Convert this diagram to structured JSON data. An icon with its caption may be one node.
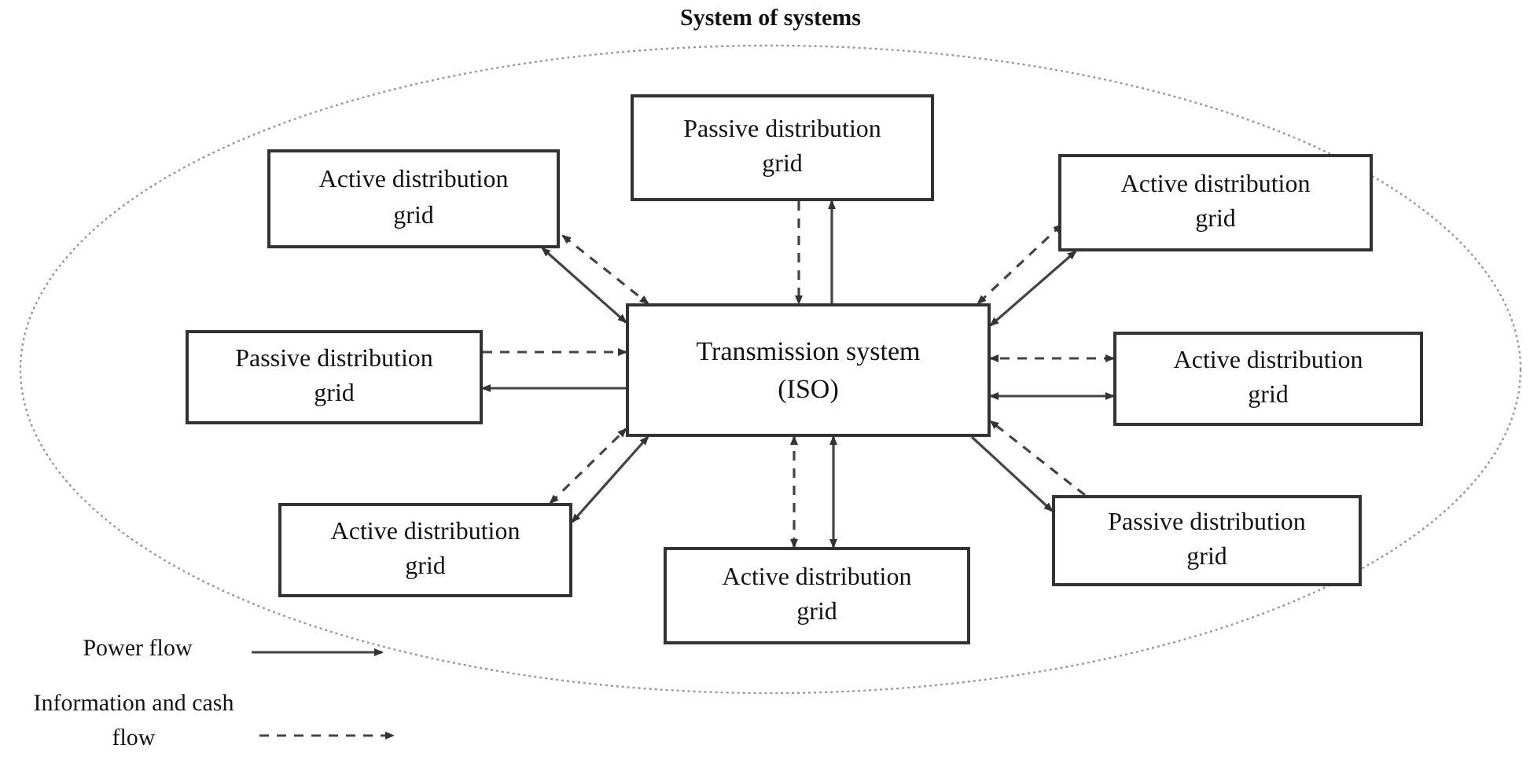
{
  "diagram": {
    "nodes": [
      {
        "text": [
          "System of systems"
        ]
      },
      {
        "text": [
          "Transmission system (ISO)"
        ],
        "in": 0
      },
      {
        "text": [
          "Active distribution grid"
        ],
        "in": 0
      },
      {
        "text": [
          "Passive distribution grid"
        ],
        "in": 0
      },
      {
        "text": [
          "Active distribution grid"
        ],
        "in": 0
      },
      {
        "text": [
          "Passive distribution grid"
        ],
        "in": 0
      },
      {
        "text": [
          "Active distribution grid"
        ],
        "in": 0
      },
      {
        "text": [
          "Active distribution grid"
        ],
        "in": 0
      },
      {
        "text": [
          "Active distribution grid"
        ],
        "in": 0
      },
      {
        "text": [
          "Passive distribution grid"
        ],
        "in": 0
      }
    ],
    "edges": [
      {
        "from": 2,
        "to": 1,
        "arrow": "both",
        "style": "dashed"
      },
      {
        "from": 2,
        "to": 1,
        "arrow": "both"
      },
      {
        "from": 3,
        "to": 1,
        "arrow": "to",
        "style": "dashed"
      },
      {
        "from": 1,
        "to": 3,
        "arrow": "to"
      },
      {
        "from": 4,
        "to": 1,
        "arrow": "both",
        "style": "dashed"
      },
      {
        "from": 4,
        "to": 1,
        "arrow": "both"
      },
      {
        "from": 5,
        "to": 1,
        "arrow": "to",
        "style": "dashed"
      },
      {
        "from": 1,
        "to": 5,
        "arrow": "to"
      },
      {
        "from": 6,
        "to": 1,
        "arrow": "both",
        "style": "dashed"
      },
      {
        "from": 6,
        "to": 1,
        "arrow": "both"
      },
      {
        "from": 7,
        "to": 1,
        "arrow": "both",
        "style": "dashed"
      },
      {
        "from": 7,
        "to": 1,
        "arrow": "both"
      },
      {
        "from": 8,
        "to": 1,
        "arrow": "both",
        "style": "dashed"
      },
      {
        "from": 8,
        "to": 1,
        "arrow": "both"
      },
      {
        "from": 9,
        "to": 1,
        "arrow": "to",
        "style": "dashed"
      },
      {
        "from": 1,
        "to": 9,
        "arrow": "to"
      }
    ],
    "legend": [
      {
        "text": "Power flow"
      },
      {
        "text": "Information and cash flow"
      }
    ]
  }
}
